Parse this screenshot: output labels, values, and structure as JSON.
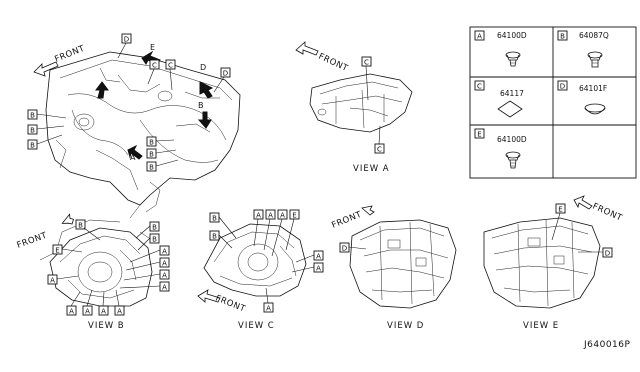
{
  "drawing_code": "J640016P",
  "view_captions": {
    "view_a": "VIEW A",
    "view_b": "VIEW B",
    "view_c": "VIEW C",
    "view_d": "VIEW D",
    "view_e": "VIEW E"
  },
  "front_label": "FRONT",
  "callout_letters": {
    "a": "A",
    "b": "B",
    "c": "C",
    "d": "D",
    "e": "E"
  },
  "legend": [
    {
      "letter": "A",
      "part_number": "64100D"
    },
    {
      "letter": "B",
      "part_number": "64087Q"
    },
    {
      "letter": "C",
      "part_number": "64117"
    },
    {
      "letter": "D",
      "part_number": "64101F"
    },
    {
      "letter": "E",
      "part_number": "64100D"
    }
  ]
}
